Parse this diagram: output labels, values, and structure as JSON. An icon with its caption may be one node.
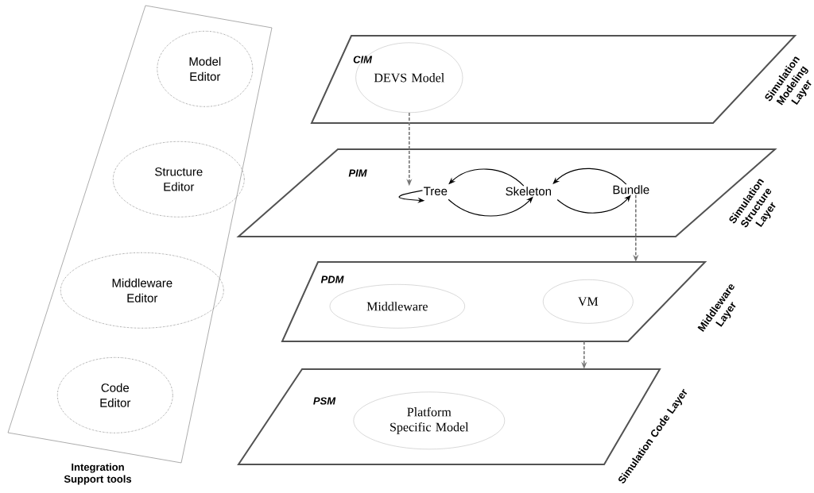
{
  "diagram": {
    "nodes": [
      {
        "text": [
          "Integration Support tools"
        ]
      },
      {
        "text": [
          "Model Editor"
        ],
        "in": 0
      },
      {
        "text": [
          "Structure Editor"
        ],
        "in": 0
      },
      {
        "text": [
          "Middleware Editor"
        ],
        "in": 0
      },
      {
        "text": [
          "Code Editor"
        ],
        "in": 0
      },
      {
        "text": [
          "CIM"
        ],
        "beside": [
          "Simulation Modeling Layer"
        ]
      },
      {
        "text": [
          "DEVS Model"
        ],
        "in": 5
      },
      {
        "text": [
          "PIM"
        ],
        "beside": [
          "Simulation Structure Layer"
        ]
      },
      {
        "text": [
          "Tree"
        ],
        "in": 7
      },
      {
        "text": [
          "Skeleton"
        ],
        "in": 7
      },
      {
        "text": [
          "Bundle"
        ],
        "in": 7
      },
      {
        "text": [
          "PDM"
        ],
        "beside": [
          "Middleware Layer"
        ]
      },
      {
        "text": [
          "Middleware"
        ],
        "in": 11
      },
      {
        "text": [
          "VM"
        ],
        "in": 11
      },
      {
        "text": [
          "PSM"
        ],
        "beside": [
          "Simulation Code Layer"
        ]
      },
      {
        "text": [
          "Platform Specific Model"
        ],
        "in": 14
      }
    ],
    "edges": [
      {
        "from": 6,
        "to": 8,
        "arrow": "to",
        "style": "dashed",
        "color": "#777777"
      },
      {
        "from": 8,
        "to": 8,
        "arrow": "to"
      },
      {
        "from": 8,
        "to": 9,
        "arrow": "to"
      },
      {
        "from": 9,
        "to": 8,
        "arrow": "to"
      },
      {
        "from": 9,
        "to": 10,
        "arrow": "to"
      },
      {
        "from": 10,
        "to": 9,
        "arrow": "to"
      },
      {
        "from": 10,
        "to": 11,
        "arrow": "to",
        "style": "dashed",
        "color": "#777777"
      },
      {
        "from": 11,
        "to": 14,
        "arrow": "to",
        "style": "dashed",
        "color": "#777777"
      }
    ]
  }
}
